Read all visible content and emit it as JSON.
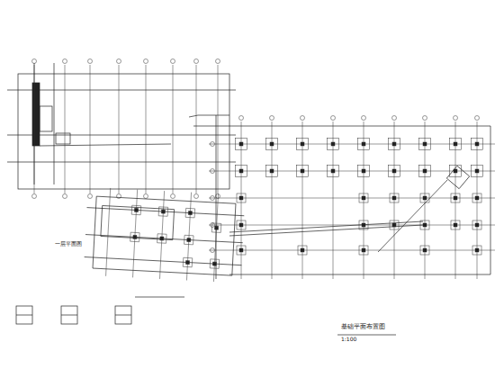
{
  "diagram": {
    "caption": "基础平面布置图",
    "labels": [
      "1:100",
      "一层平面图"
    ]
  }
}
